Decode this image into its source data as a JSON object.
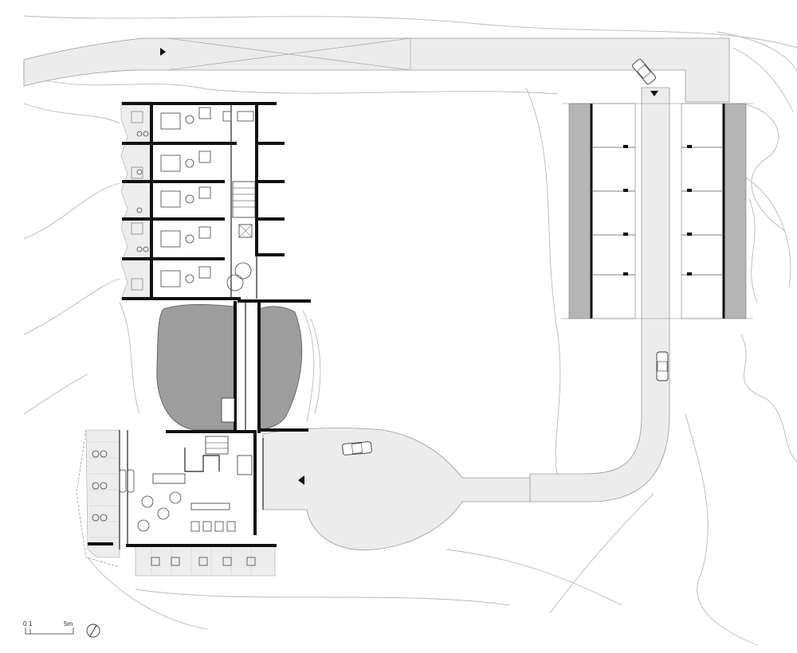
{
  "scale_bar": {
    "label_zero": "0",
    "label_one": "1",
    "label_five": "5m"
  },
  "north_arrow": {
    "icon": "north-arrow-icon"
  },
  "colors": {
    "pond": "#9d9d9d",
    "road": "#ececec",
    "wall": "#111111",
    "contour": "#b9b9b9"
  }
}
